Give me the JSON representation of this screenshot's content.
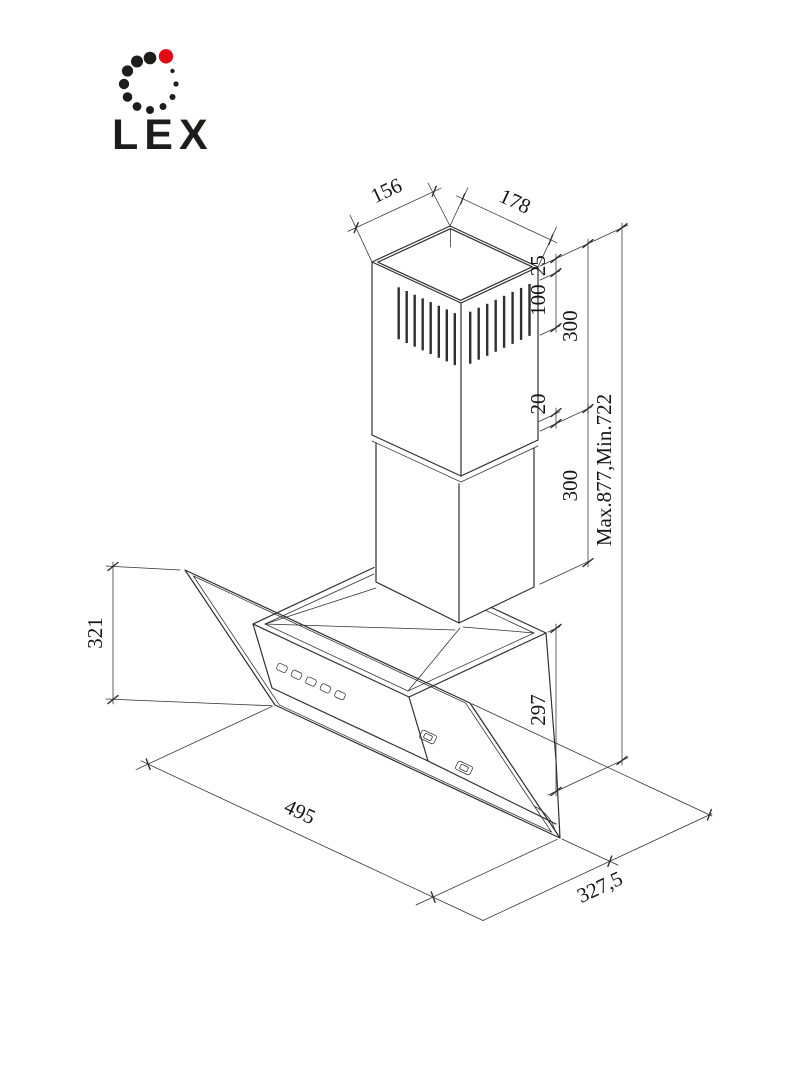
{
  "logo": {
    "text": "LEX",
    "accent_color": "#e30613",
    "text_color": "#1d1d1b"
  },
  "drawing": {
    "line_color": "#2f2f2f",
    "dims": {
      "chimney_depth": "156",
      "chimney_width": "178",
      "vent_top_offset": "25",
      "vent_band_height": "100",
      "upper_duct_height": "300",
      "duct_overlap": "20",
      "lower_duct_height": "300",
      "overall_height": "Max.877,Min.722",
      "glass_panel_height": "321",
      "body_height": "297",
      "hood_width": "495",
      "hood_depth": "327,5"
    }
  }
}
